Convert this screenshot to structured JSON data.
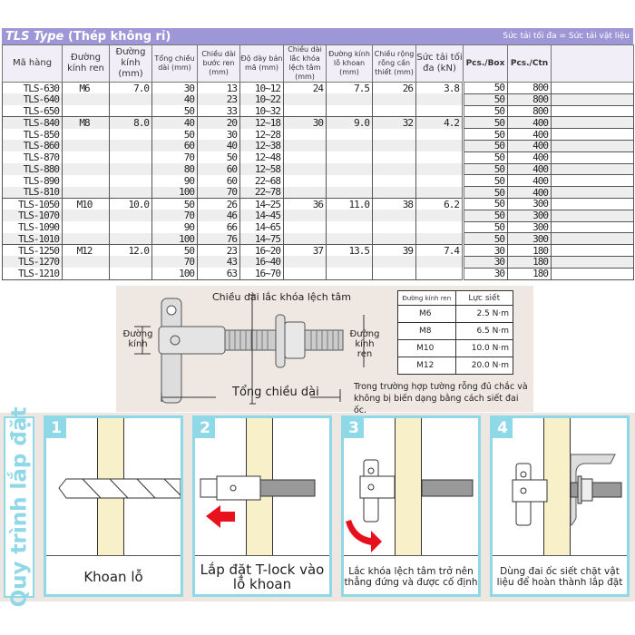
{
  "title": {
    "brand": "TLS Type",
    "material": "(Thép không rỉ)",
    "note": "Sức tải tối đa = Sức tải vật liệu"
  },
  "headers": [
    "Mã hàng",
    "Đường kính ren",
    "Đường kính (mm)",
    "Tổng chiều dài (mm)",
    "Chiều dài bước ren (mm)",
    "Độ dày bản mã (mm)",
    "Chiều dài lắc khóa lệch tâm (mm)",
    "Đường kính lỗ khoan (mm)",
    "Chiều rộng rỗng cần thiết (mm)",
    "Sức tải tối đa (kN)",
    "Pcs./Box",
    "Pcs./Ctn",
    ""
  ],
  "rows": [
    [
      "TLS-630",
      "M6",
      "7.0",
      "30",
      "13",
      "10~12",
      "24",
      "7.5",
      "26",
      "3.8",
      "50",
      "800"
    ],
    [
      "TLS-640",
      "",
      "",
      "40",
      "23",
      "10~22",
      "",
      "",
      "",
      "",
      "50",
      "800"
    ],
    [
      "TLS-650",
      "",
      "",
      "50",
      "33",
      "10~32",
      "",
      "",
      "",
      "",
      "50",
      "800"
    ],
    [
      "TLS-840",
      "M8",
      "8.0",
      "40",
      "20",
      "12~18",
      "30",
      "9.0",
      "32",
      "4.2",
      "50",
      "400"
    ],
    [
      "TLS-850",
      "",
      "",
      "50",
      "30",
      "12~28",
      "",
      "",
      "",
      "",
      "50",
      "400"
    ],
    [
      "TLS-860",
      "",
      "",
      "60",
      "40",
      "12~38",
      "",
      "",
      "",
      "",
      "50",
      "400"
    ],
    [
      "TLS-870",
      "",
      "",
      "70",
      "50",
      "12~48",
      "",
      "",
      "",
      "",
      "50",
      "400"
    ],
    [
      "TLS-880",
      "",
      "",
      "80",
      "60",
      "12~58",
      "",
      "",
      "",
      "",
      "50",
      "400"
    ],
    [
      "TLS-890",
      "",
      "",
      "90",
      "60",
      "22~68",
      "",
      "",
      "",
      "",
      "50",
      "400"
    ],
    [
      "TLS-810",
      "",
      "",
      "100",
      "70",
      "22~78",
      "",
      "",
      "",
      "",
      "50",
      "400"
    ],
    [
      "TLS-1050",
      "M10",
      "10.0",
      "50",
      "26",
      "14~25",
      "36",
      "11.0",
      "38",
      "6.2",
      "50",
      "300"
    ],
    [
      "TLS-1070",
      "",
      "",
      "70",
      "46",
      "14~45",
      "",
      "",
      "",
      "",
      "50",
      "300"
    ],
    [
      "TLS-1090",
      "",
      "",
      "90",
      "66",
      "14~65",
      "",
      "",
      "",
      "",
      "50",
      "300"
    ],
    [
      "TLS-1010",
      "",
      "",
      "100",
      "76",
      "14~75",
      "",
      "",
      "",
      "",
      "50",
      "300"
    ],
    [
      "TLS-1250",
      "M12",
      "12.0",
      "50",
      "23",
      "16~20",
      "37",
      "13.5",
      "39",
      "7.4",
      "30",
      "180"
    ],
    [
      "TLS-1270",
      "",
      "",
      "70",
      "43",
      "16~40",
      "",
      "",
      "",
      "",
      "30",
      "180"
    ],
    [
      "TLS-1210",
      "",
      "",
      "100",
      "63",
      "16~70",
      "",
      "",
      "",
      "",
      "30",
      "180"
    ]
  ],
  "diagram": {
    "eccentric_length": "Chiều dài lắc khóa lệch tâm",
    "diameter": "Đường kính",
    "thread_diameter": "Đường kính ren",
    "total_length": "Tổng chiều dài",
    "torque_headers": [
      "Đường kính ren",
      "Lực siết"
    ],
    "torque_rows": [
      [
        "M6",
        "2.5 N·m"
      ],
      [
        "M8",
        "6.5 N·m"
      ],
      [
        "M10",
        "10.0 N·m"
      ],
      [
        "M12",
        "20.0 N·m"
      ]
    ],
    "note": "Trong trường hợp tường rỗng đủ chắc và không bị biến dạng bằng cách siết đai ốc."
  },
  "steps": {
    "title": "Quy trình lắp đặt",
    "items": [
      {
        "num": "1",
        "caption": "Khoan lỗ"
      },
      {
        "num": "2",
        "caption": "Lắp đặt T-lock vào lỗ khoan"
      },
      {
        "num": "3",
        "caption": "Lắc khóa lệch tâm trở nên thẳng đứng và được cố định"
      },
      {
        "num": "4",
        "caption": "Dùng đai ốc siết chặt vật liệu để hoàn thành lắp đặt"
      }
    ]
  },
  "colors": {
    "title_bar": "#9d97d8",
    "step_accent": "#8fd8e8",
    "arrow": "#e8101c"
  }
}
